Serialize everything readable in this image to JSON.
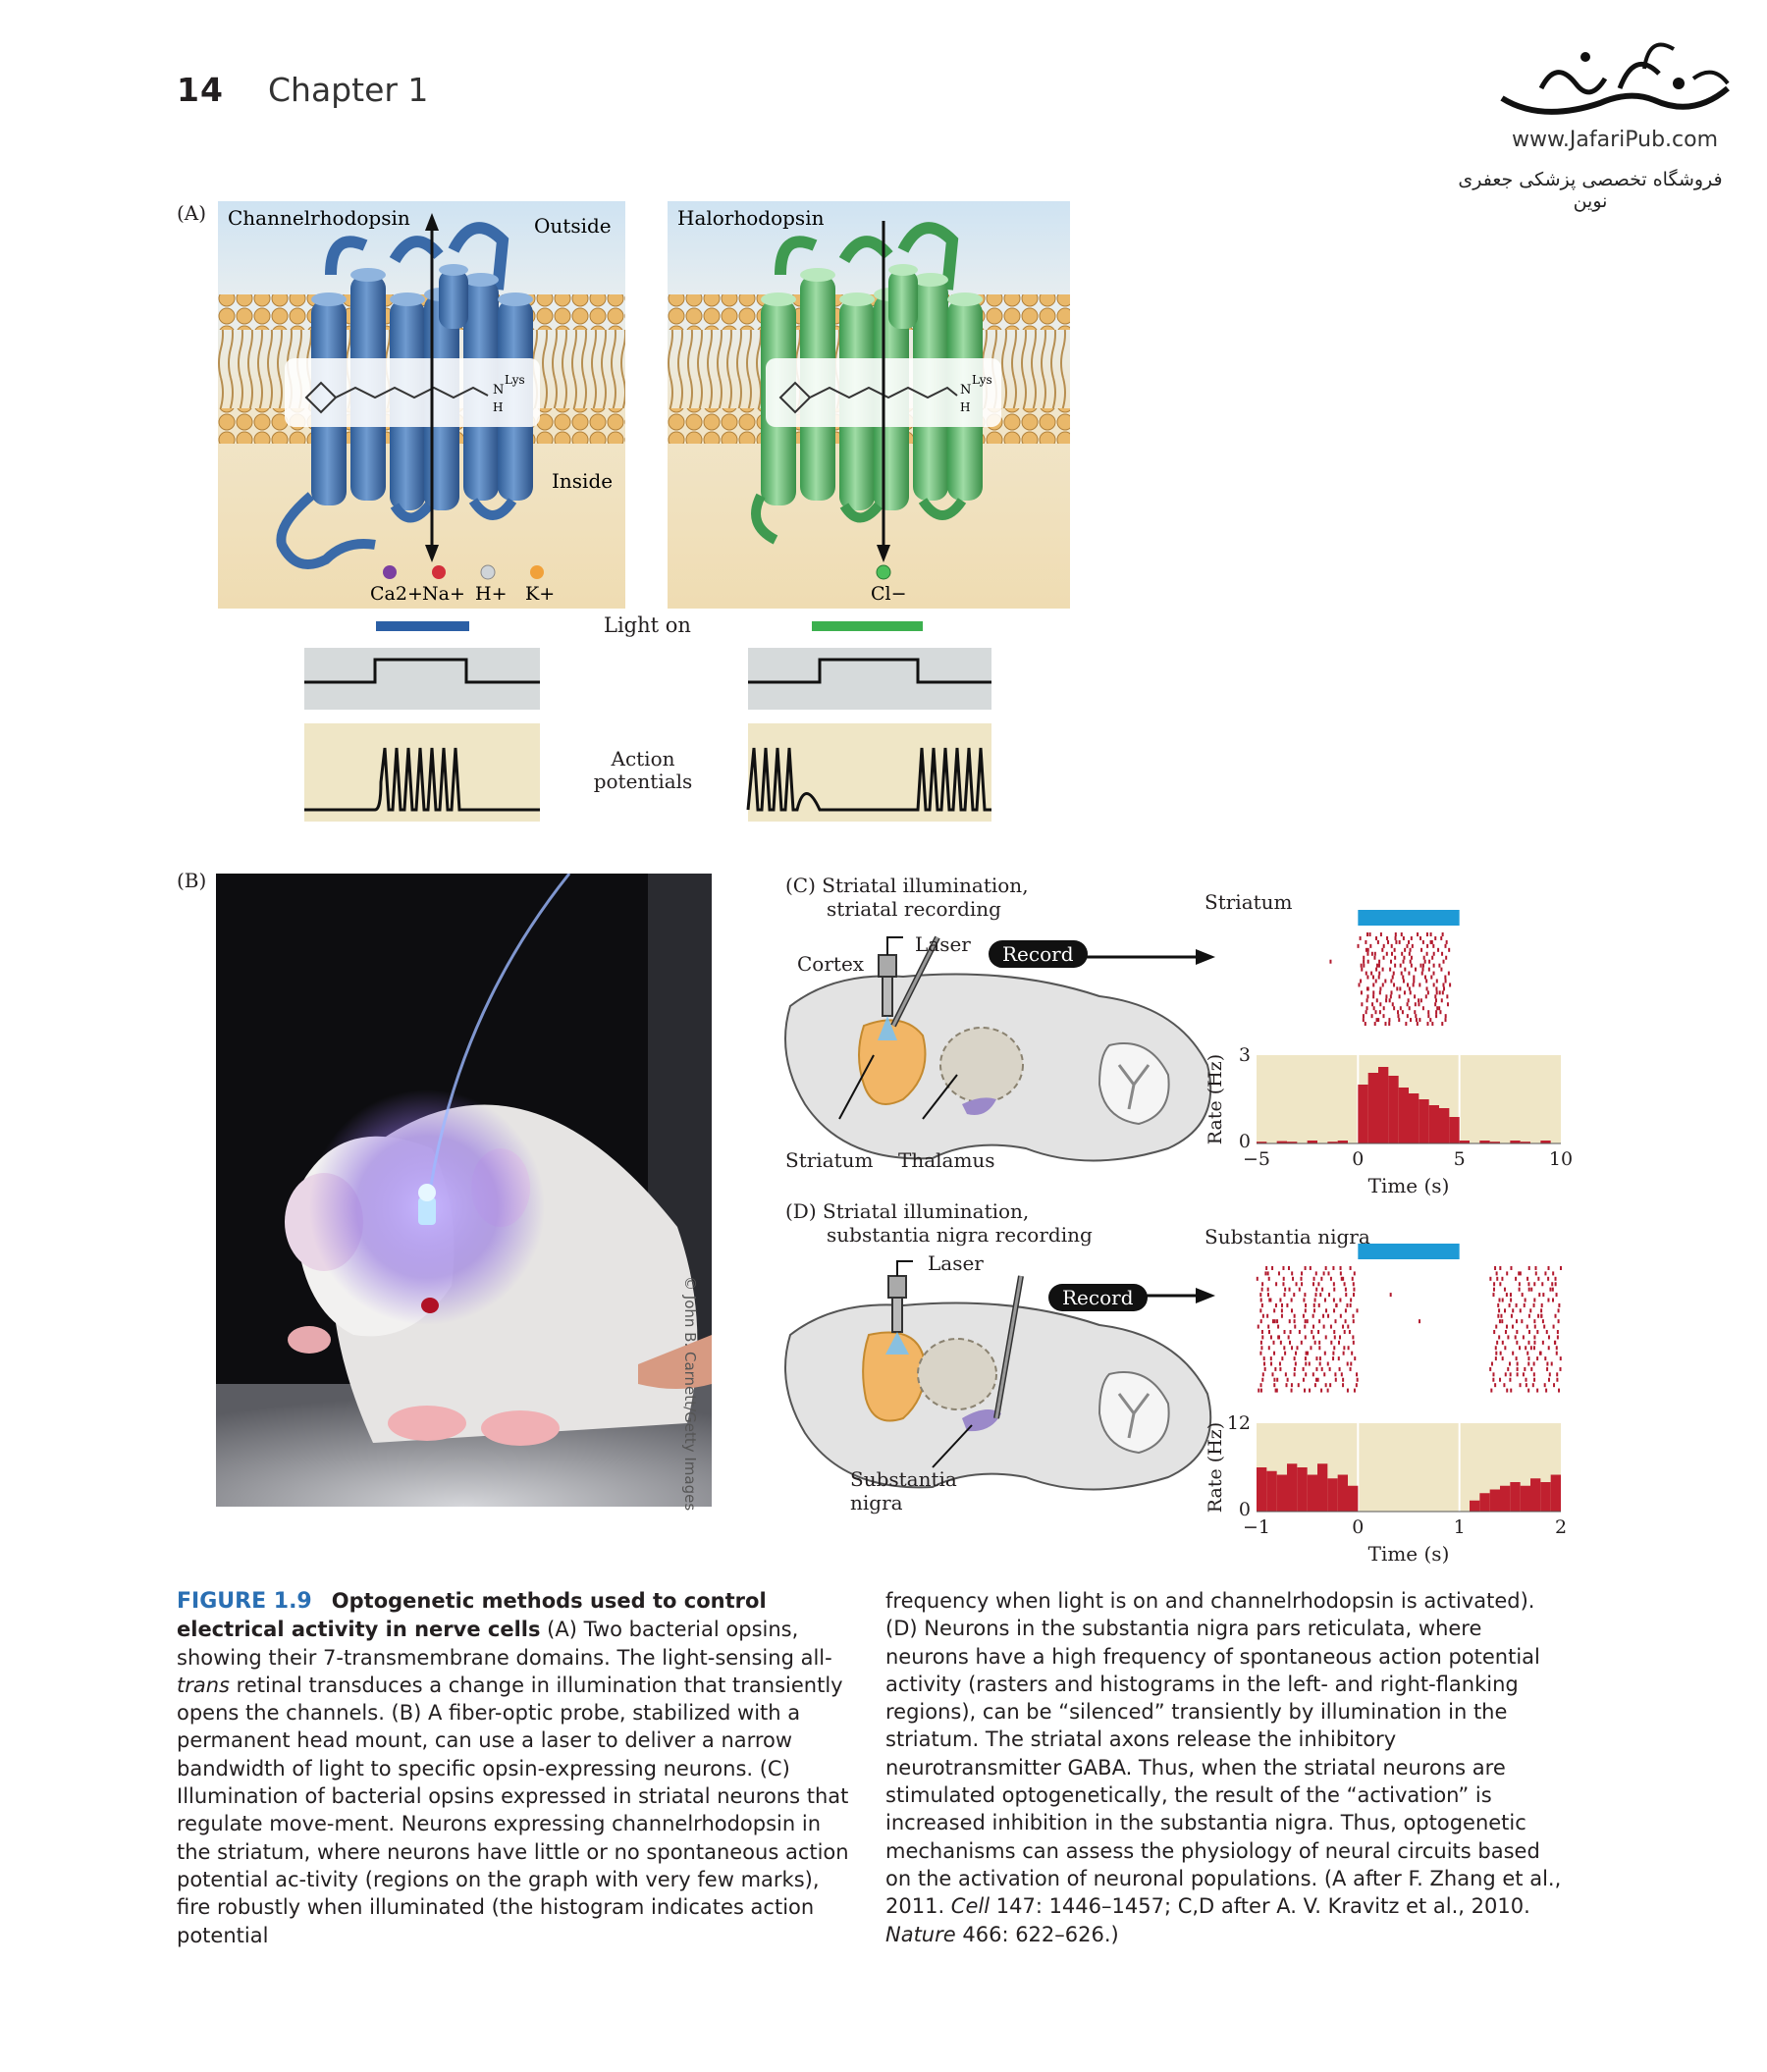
{
  "header": {
    "page_number": "14",
    "chapter": "Chapter 1"
  },
  "logo": {
    "url": "www.JafariPub.com",
    "tagline": "فروشگاه تخصصی پزشکی جعفری نوین"
  },
  "panel_a": {
    "label": "(A)",
    "channelrhodopsin": {
      "title": "Channelrhodopsin",
      "outside": "Outside",
      "inside": "Inside",
      "ions": [
        "Ca2+",
        "Na+",
        "H+",
        "K+"
      ],
      "color": "#4a7bb7"
    },
    "halorhodopsin": {
      "title": "Halorhodopsin",
      "ions": [
        "Cl−"
      ],
      "color": "#5fbf6e"
    },
    "molecule_label": "Lys",
    "molecule_h": "H",
    "light_on": "Light on",
    "action_potentials_line1": "Action",
    "action_potentials_line2": "potentials"
  },
  "panel_b": {
    "label": "(B)",
    "credit": "© John B. Carnett/Getty Images"
  },
  "panel_c": {
    "title_line1": "(C) Striatal illumination,",
    "title_line2": "striatal recording",
    "laser": "Laser",
    "record": "Record",
    "cortex": "Cortex",
    "striatum": "Striatum",
    "thalamus": "Thalamus",
    "raster_title": "Striatum",
    "ylabel": "Rate (Hz)",
    "xlabel": "Time (s)"
  },
  "panel_d": {
    "title_line1": "(D) Striatal illumination,",
    "title_line2": "substantia nigra recording",
    "laser": "Laser",
    "record": "Record",
    "sn_line1": "Substantia",
    "sn_line2": "nigra",
    "raster_title": "Substantia nigra",
    "ylabel": "Rate (Hz)",
    "xlabel": "Time (s)"
  },
  "chart_data": [
    {
      "type": "bar",
      "title": "Striatum",
      "xlabel": "Time (s)",
      "ylabel": "Rate (Hz)",
      "xlim": [
        -5,
        10
      ],
      "ylim": [
        0,
        3
      ],
      "xticks": [
        "−5",
        "0",
        "5",
        "10"
      ],
      "yticks": [
        "0",
        "3"
      ],
      "light_on": [
        0,
        5
      ],
      "bin_width": 0.5,
      "bins_x": [
        -5,
        -4.5,
        -4,
        -3.5,
        -3,
        -2.5,
        -2,
        -1.5,
        -1,
        -0.5,
        0,
        0.5,
        1,
        1.5,
        2,
        2.5,
        3,
        3.5,
        4,
        4.5,
        5,
        5.5,
        6,
        6.5,
        7,
        7.5,
        8,
        8.5,
        9,
        9.5
      ],
      "values": [
        0.05,
        0,
        0.08,
        0.05,
        0,
        0.1,
        0,
        0.05,
        0.1,
        0,
        2.0,
        2.4,
        2.6,
        2.3,
        1.9,
        1.7,
        1.5,
        1.3,
        1.2,
        0.9,
        0.1,
        0,
        0.1,
        0.05,
        0,
        0.1,
        0.05,
        0,
        0.1,
        0
      ],
      "color": "#c0202f"
    },
    {
      "type": "bar",
      "title": "Substantia nigra",
      "xlabel": "Time (s)",
      "ylabel": "Rate (Hz)",
      "xlim": [
        -1,
        2
      ],
      "ylim": [
        0,
        12
      ],
      "xticks": [
        "−1",
        "0",
        "1",
        "2"
      ],
      "yticks": [
        "0",
        "12"
      ],
      "light_on": [
        0,
        1
      ],
      "bin_width": 0.1,
      "bins_x": [
        -1,
        -0.9,
        -0.8,
        -0.7,
        -0.6,
        -0.5,
        -0.4,
        -0.3,
        -0.2,
        -0.1,
        0,
        0.1,
        0.2,
        0.3,
        0.4,
        0.5,
        0.6,
        0.7,
        0.8,
        0.9,
        1,
        1.1,
        1.2,
        1.3,
        1.4,
        1.5,
        1.6,
        1.7,
        1.8,
        1.9
      ],
      "values": [
        6,
        5.5,
        5,
        6.5,
        6,
        5,
        6.5,
        4.5,
        5,
        3.5,
        0,
        0,
        0,
        0,
        0,
        0,
        0,
        0,
        0,
        0,
        0,
        1.5,
        2.5,
        3,
        3.5,
        4,
        3.5,
        4.5,
        4,
        5
      ],
      "color": "#c0202f"
    }
  ],
  "caption": {
    "figure_label": "FIGURE 1.9",
    "title": "Optogenetic methods used to control electrical activity in nerve cells",
    "col1_a": "(A) Two bacterial opsins, showing their 7-transmembrane domains. The light-sensing all-",
    "col1_trans": "trans",
    "col1_b": " retinal transduces a change in illumination that transiently opens the channels. (B) A fiber-optic probe, stabilized with a permanent head mount, can use a laser to deliver a narrow bandwidth of light to specific opsin-expressing neurons. (C) Illumination of bacterial opsins expressed in striatal neurons that regulate move-ment. Neurons expressing channelrhodopsin in the striatum, where neurons have little or no spontaneous action potential ac-tivity (regions on the graph with very few marks), fire robustly when illuminated (the histogram indicates action potential",
    "col2_a": "frequency when light is on and channelrhodopsin is activated). (D) Neurons in the substantia nigra pars reticulata, where neurons have a high frequency of spontaneous action potential activity (rasters and histograms in the left- and right-flanking regions), can be “silenced” transiently by illumination in the striatum. The striatal axons release the inhibitory neurotransmitter GABA. Thus, when the striatal neurons are stimulated optogenetically, the result of the “activation” is increased inhibition in the substantia nigra. Thus, optogenetic mechanisms can assess the physiology of neural circuits based on the activation of neuronal populations. (A after F. Zhang et al., 2011. ",
    "col2_cell": "Cell",
    "col2_b": " 147: 1446–1457; C,D after A. V. Kravitz et al., 2010. ",
    "col2_nature": "Nature",
    "col2_c": " 466: 622–626.)"
  }
}
